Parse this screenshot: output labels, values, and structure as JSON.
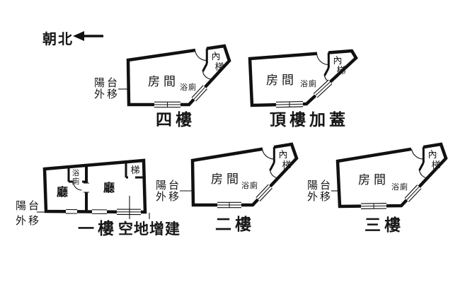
{
  "compass": {
    "label": "朝北"
  },
  "floor1": {
    "label": "一樓",
    "annex_label": "空地增建",
    "hall_left": "廳",
    "hall_right": "廳",
    "bath_char1": "浴",
    "bath_char2": "廁",
    "stairs": "梯",
    "balcony_line1": "陽台",
    "balcony_line2": "外移"
  },
  "floor2": {
    "label": "二樓",
    "room": "房間",
    "bath": "浴廁",
    "stairs_char1": "內",
    "stairs_char2": "梯",
    "balcony_line1": "陽台",
    "balcony_line2": "外移"
  },
  "floor3": {
    "label": "三樓",
    "room": "房間",
    "bath": "浴廁",
    "stairs_char1": "內",
    "stairs_char2": "梯",
    "balcony_line1": "陽台",
    "balcony_line2": "外移"
  },
  "floor4": {
    "label": "四樓",
    "room": "房間",
    "bath": "浴廁",
    "stairs_char1": "內",
    "stairs_char2": "梯",
    "balcony_line1": "陽台",
    "balcony_line2": "外移"
  },
  "rooftop": {
    "label": "頂樓加蓋",
    "room": "房間",
    "bath": "浴廁",
    "stairs_char1": "內",
    "stairs_char2": "梯"
  },
  "colors": {
    "background": "#ffffff",
    "line": "#111111"
  }
}
